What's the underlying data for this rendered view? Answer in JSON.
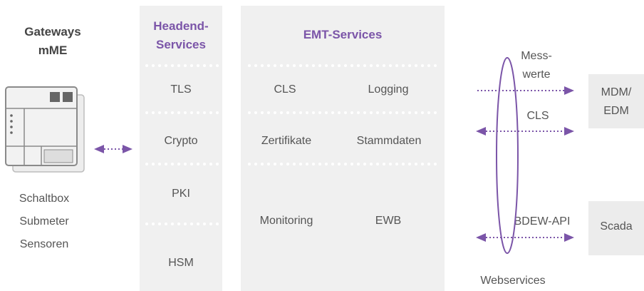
{
  "colors": {
    "accent": "#7b55a8",
    "panel": "#f0f0f0",
    "text": "#555555"
  },
  "gateways": {
    "title_line1": "Gateways",
    "title_line2": "mME",
    "labels": [
      "Schaltbox",
      "Submeter",
      "Sensoren"
    ]
  },
  "headend": {
    "title_line1": "Headend-",
    "title_line2": "Services",
    "items": [
      "TLS",
      "Crypto",
      "PKI",
      "HSM"
    ]
  },
  "emt": {
    "title": "EMT-Services",
    "items": [
      "CLS",
      "Logging",
      "Zertifikate",
      "Stammdaten",
      "Monitoring",
      "EWB"
    ]
  },
  "connections": {
    "messwerte_line1": "Mess-",
    "messwerte_line2": "werte",
    "cls": "CLS",
    "bdew": "BDEW-API",
    "webservices": "Webservices"
  },
  "targets": {
    "mdm_line1": "MDM/",
    "mdm_line2": "EDM",
    "scada": "Scada"
  }
}
